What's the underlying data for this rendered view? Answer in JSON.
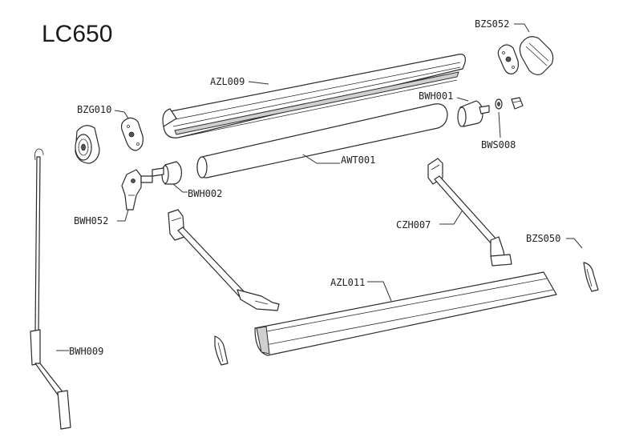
{
  "title": "LC650",
  "parts": {
    "azl009": "AZL009",
    "bzs052": "BZS052",
    "bwh001": "BWH001",
    "bws008": "BWS008",
    "bzg010": "BZG010",
    "awt001": "AWT001",
    "bwh002": "BWH002",
    "bwh052": "BWH052",
    "czh007": "CZH007",
    "bzs050": "BZS050",
    "azl011": "AZL011",
    "bwh009": "BWH009"
  }
}
